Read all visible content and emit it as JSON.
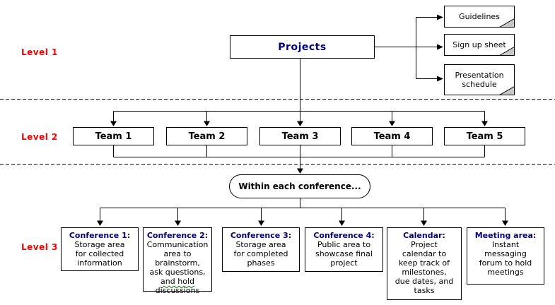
{
  "labels": {
    "level1": "Level 1",
    "level2": "Level 2",
    "level3": "Level 3"
  },
  "root": {
    "label": "Projects"
  },
  "documents": [
    {
      "label": "Guidelines"
    },
    {
      "label": "Sign up sheet"
    },
    {
      "label": "Presentation\nschedule"
    }
  ],
  "teams": [
    {
      "label": "Team 1"
    },
    {
      "label": "Team 2"
    },
    {
      "label": "Team 3"
    },
    {
      "label": "Team 4"
    },
    {
      "label": "Team 5"
    }
  ],
  "note": {
    "label": "Within each conference..."
  },
  "areas": [
    {
      "title": "Conference 1:",
      "body": "Storage area\nfor collected\ninformation"
    },
    {
      "title": "Conference 2:",
      "body": "Communication\narea to\nbrainstorm,\nask questions,\n",
      "body_squiggle": "and hold",
      "body_after": "\ndiscussions"
    },
    {
      "title": "Conference 3:",
      "body": "Storage area\nfor completed\nphases"
    },
    {
      "title": "Conference 4:",
      "body": "Public area to\nshowcase final\nproject"
    },
    {
      "title": "Calendar:",
      "body": "Project\ncalendar to\nkeep track of\nmilestones,\ndue dates, and\ntasks"
    },
    {
      "title": "Meeting area:",
      "body": "Instant\nmessaging\nforum to hold\nmeetings"
    }
  ],
  "colors": {
    "level_label": "#ff0000",
    "heading": "#000080",
    "body_text": "#000000",
    "line": "#000000",
    "document_fold": "#c8c8c8",
    "squiggle_underline": "#008000",
    "background": "#ffffff"
  }
}
